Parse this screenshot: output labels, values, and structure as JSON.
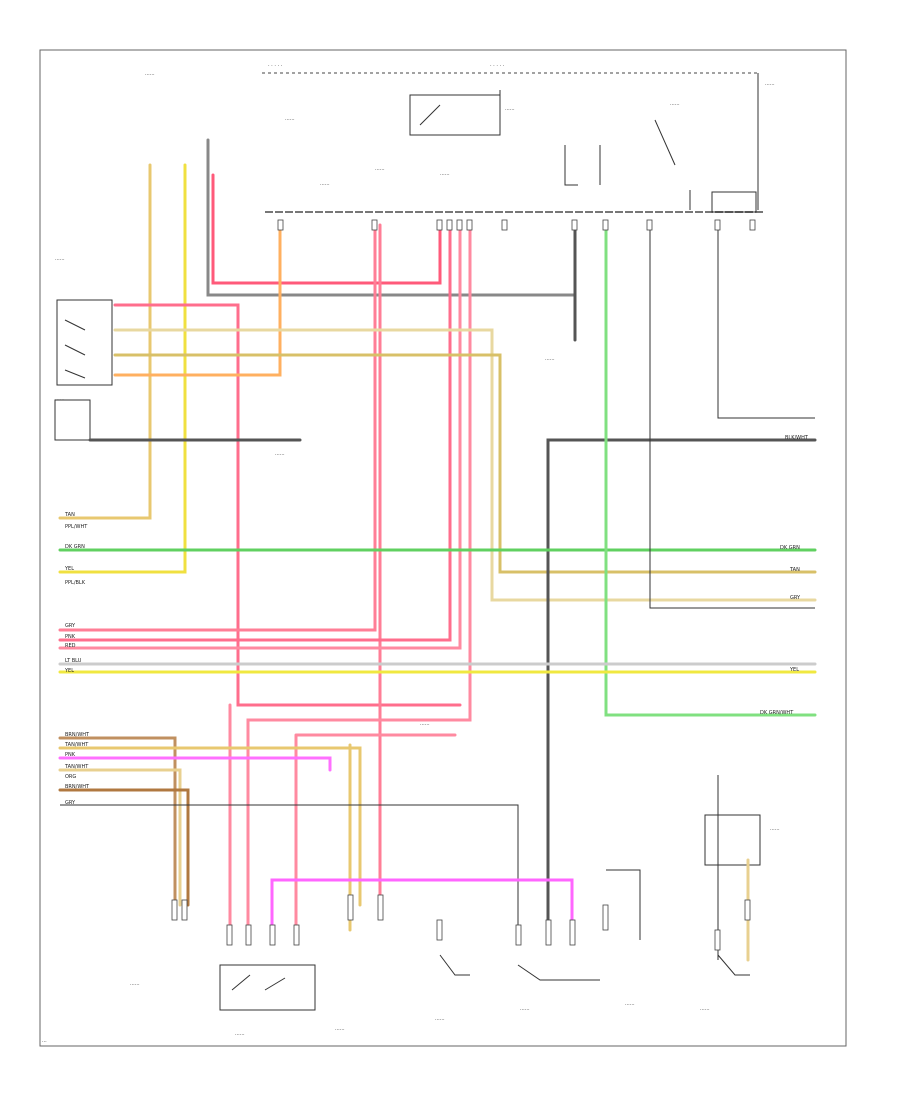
{
  "footer": {
    "id": "..."
  },
  "wire_labels": {
    "tan": "TAN",
    "ppl_wht": "PPL/WHT",
    "dk_grn": "DK GRN",
    "yel": "YEL",
    "ppl_blk": "PPL/BLK",
    "gry": "GRY",
    "pnk": "PNK",
    "red": "RED",
    "lt_blu": "LT BLU",
    "brn_wht": "BRN/WHT",
    "tan_wht": "TAN/WHT",
    "org": "ORG",
    "blk_wht": "BLK/WHT",
    "dk_grn_wht": "DK GRN/WHT"
  }
}
